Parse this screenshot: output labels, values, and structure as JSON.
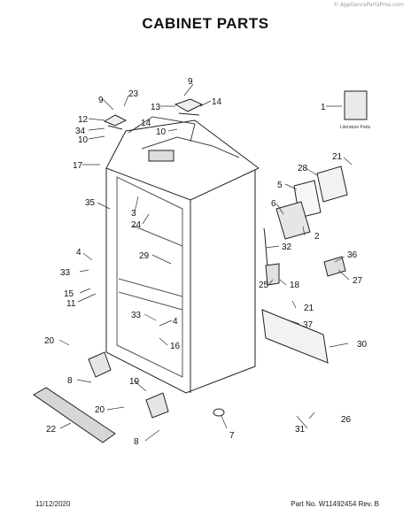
{
  "page": {
    "watermark": "© AppliancePartsPros.com",
    "title": "CABINET PARTS",
    "date": "11/12/2020",
    "part_number_line": "Part No. W11492454  Rev. B"
  },
  "diagram": {
    "literature_label": "Literature Parts",
    "callouts": [
      {
        "id": "c9a",
        "text": "9"
      },
      {
        "id": "c23",
        "text": "23"
      },
      {
        "id": "c9b",
        "text": "9"
      },
      {
        "id": "c13",
        "text": "13"
      },
      {
        "id": "c14a",
        "text": "14"
      },
      {
        "id": "c12",
        "text": "12"
      },
      {
        "id": "c34a",
        "text": "34"
      },
      {
        "id": "c10a",
        "text": "10"
      },
      {
        "id": "c14b",
        "text": "14"
      },
      {
        "id": "c10b",
        "text": "10"
      },
      {
        "id": "c17",
        "text": "17"
      },
      {
        "id": "c1",
        "text": "1"
      },
      {
        "id": "c21a",
        "text": "21"
      },
      {
        "id": "c28",
        "text": "28"
      },
      {
        "id": "c5",
        "text": "5"
      },
      {
        "id": "c6",
        "text": "6"
      },
      {
        "id": "c2",
        "text": "2"
      },
      {
        "id": "c35",
        "text": "35"
      },
      {
        "id": "c3",
        "text": "3"
      },
      {
        "id": "c24",
        "text": "24"
      },
      {
        "id": "c32",
        "text": "32"
      },
      {
        "id": "c4a",
        "text": "4"
      },
      {
        "id": "c29",
        "text": "29"
      },
      {
        "id": "c33a",
        "text": "33"
      },
      {
        "id": "c15",
        "text": "15"
      },
      {
        "id": "c11",
        "text": "11"
      },
      {
        "id": "c36",
        "text": "36"
      },
      {
        "id": "c27",
        "text": "27"
      },
      {
        "id": "c25",
        "text": "25"
      },
      {
        "id": "c18",
        "text": "18"
      },
      {
        "id": "c21b",
        "text": "21"
      },
      {
        "id": "c37",
        "text": "37"
      },
      {
        "id": "c33b",
        "text": "33"
      },
      {
        "id": "c4b",
        "text": "4"
      },
      {
        "id": "c16",
        "text": "16"
      },
      {
        "id": "c20a",
        "text": "20"
      },
      {
        "id": "c30",
        "text": "30"
      },
      {
        "id": "c8a",
        "text": "8"
      },
      {
        "id": "c19",
        "text": "19"
      },
      {
        "id": "c20b",
        "text": "20"
      },
      {
        "id": "c7",
        "text": "7"
      },
      {
        "id": "c22",
        "text": "22"
      },
      {
        "id": "c26",
        "text": "26"
      },
      {
        "id": "c31",
        "text": "31"
      },
      {
        "id": "c8b",
        "text": "8"
      }
    ]
  }
}
